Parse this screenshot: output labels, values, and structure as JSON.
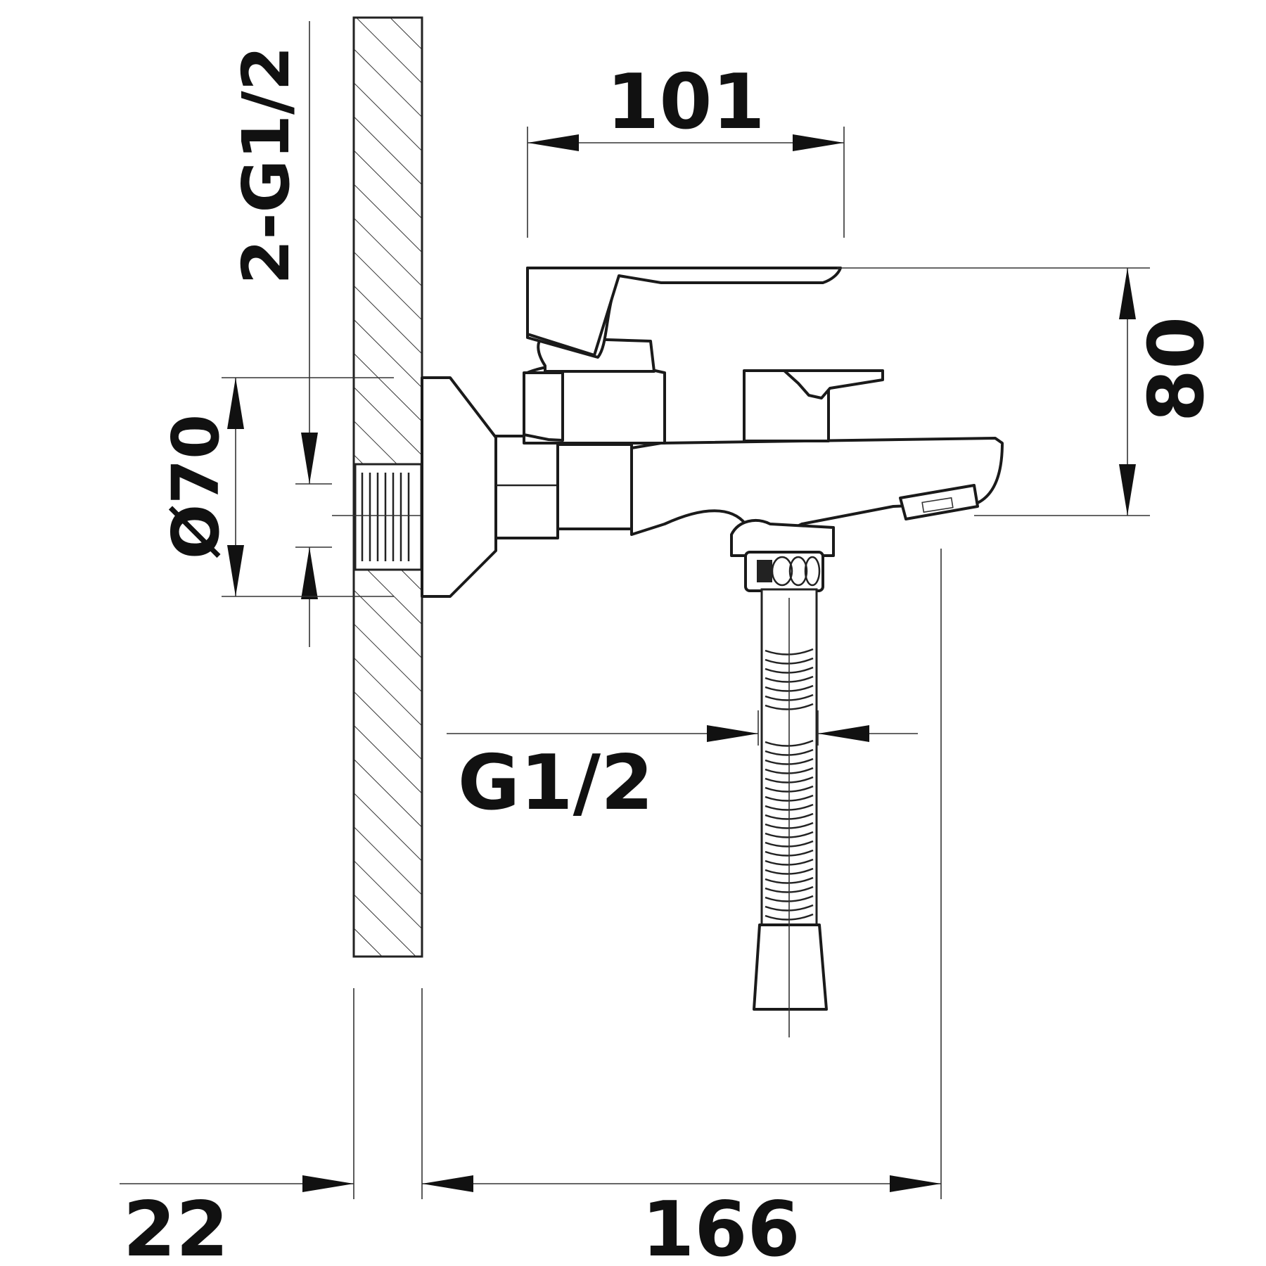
{
  "drawing": {
    "dimensions": {
      "spout_inlet_thread": "2-G1/2",
      "lever_length": "101",
      "height": "80",
      "flange_diameter": "Ø70",
      "hose_thread": "G1/2",
      "wall_offset": "22",
      "projection": "166"
    },
    "colors": {
      "line": "#222222",
      "background": "#ffffff"
    }
  }
}
